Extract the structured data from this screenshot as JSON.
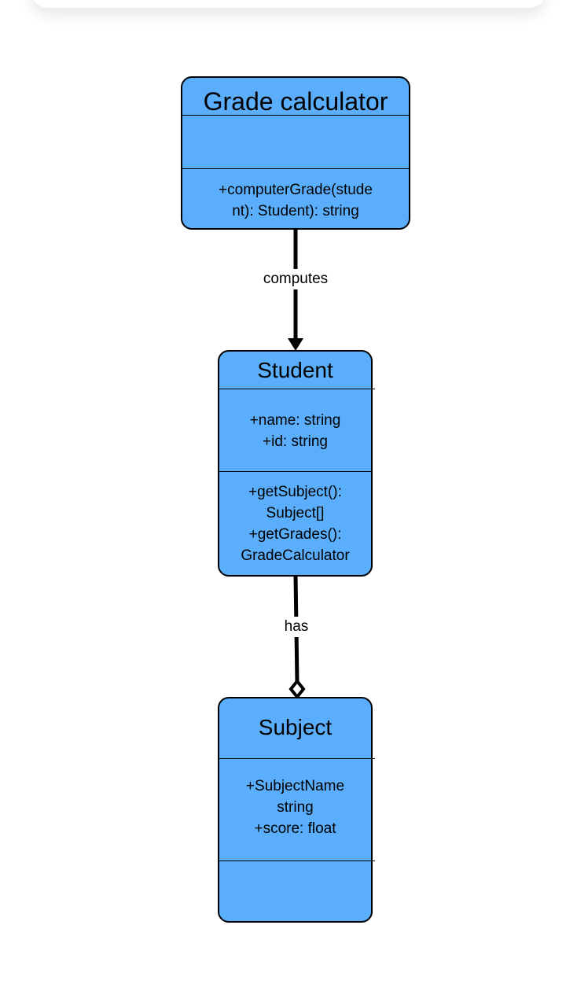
{
  "classes": {
    "grade_calculator": {
      "name": "Grade calculator",
      "methods": [
        "+computerGrade(stude",
        "nt): Student): string"
      ]
    },
    "student": {
      "name": "Student",
      "attributes": [
        "+name: string",
        "+id: string"
      ],
      "methods": [
        "+getSubject():",
        "Subject[]",
        "+getGrades():",
        "GradeCalculator"
      ]
    },
    "subject": {
      "name": "Subject",
      "attributes": [
        "+SubjectName",
        "string",
        "+score: float"
      ]
    }
  },
  "relations": {
    "computes": {
      "label": "computes",
      "from": "Grade calculator",
      "to": "Student",
      "arrow": "filled-arrow"
    },
    "has": {
      "label": "has",
      "from": "Student",
      "to": "Subject",
      "arrow": "hollow-diamond"
    }
  },
  "colors": {
    "class_fill": "#5aaefc",
    "stroke": "#000000",
    "background": "#ffffff"
  }
}
